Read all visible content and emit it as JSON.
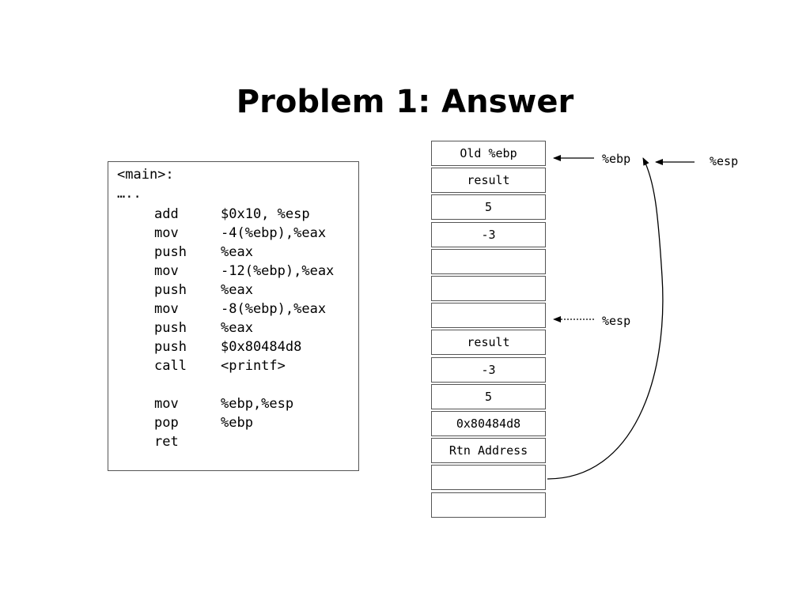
{
  "title": "Problem 1: Answer",
  "code": {
    "header": [
      "<main>:",
      "….."
    ],
    "lines": [
      {
        "op": "add",
        "arg": "$0x10, %esp"
      },
      {
        "op": "mov",
        "arg": "-4(%ebp),%eax"
      },
      {
        "op": "push",
        "arg": "%eax"
      },
      {
        "op": "mov",
        "arg": "-12(%ebp),%eax"
      },
      {
        "op": "push",
        "arg": "%eax"
      },
      {
        "op": "mov",
        "arg": "-8(%ebp),%eax"
      },
      {
        "op": "push",
        "arg": "%eax"
      },
      {
        "op": "push",
        "arg": "$0x80484d8"
      },
      {
        "op": "call",
        "arg": "<printf>"
      },
      {
        "op": "",
        "arg": ""
      },
      {
        "op": "mov",
        "arg": "%ebp,%esp"
      },
      {
        "op": "pop",
        "arg": "%ebp"
      },
      {
        "op": "ret",
        "arg": ""
      }
    ]
  },
  "stack": [
    "Old %ebp",
    "result",
    "5",
    "-3",
    "",
    "",
    "",
    "result",
    "-3",
    "5",
    "0x80484d8",
    "Rtn Address",
    "",
    ""
  ],
  "pointers": {
    "ebp": "%ebp",
    "esp_old": "%esp",
    "esp_new": "%esp"
  }
}
